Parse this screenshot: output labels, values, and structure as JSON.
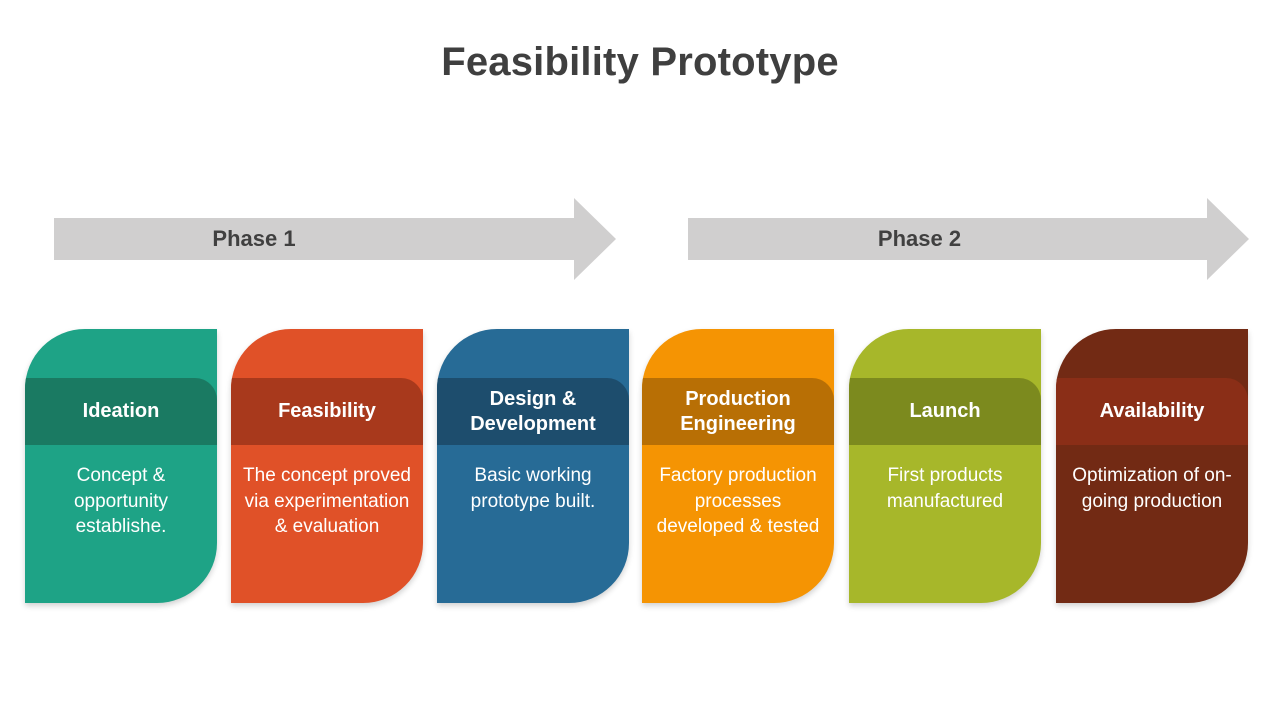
{
  "title": "Feasibility Prototype",
  "phases": [
    {
      "label": "Phase 1"
    },
    {
      "label": "Phase 2"
    }
  ],
  "steps": [
    {
      "heading": "Ideation",
      "description": "Concept & opportunity establishe.",
      "color": "#1ea386",
      "header_color": "#1a7a62"
    },
    {
      "heading": "Feasibility",
      "description": "The concept proved via experimentation & evaluation",
      "color": "#e05128",
      "header_color": "#a8391c"
    },
    {
      "heading": "Design & Development",
      "description": "Basic working prototype built.",
      "color": "#276b96",
      "header_color": "#1d4d6d"
    },
    {
      "heading": "Production Engineering",
      "description": "Factory production processes developed & tested",
      "color": "#f59403",
      "header_color": "#b86f05"
    },
    {
      "heading": "Launch",
      "description": "First products manufactured",
      "color": "#a7b72a",
      "header_color": "#7c8a1e"
    },
    {
      "heading": "Availability",
      "description": "Optimization of on-going production",
      "color": "#722a14",
      "header_color": "#8a2e17"
    }
  ],
  "arrow_color": "#d0cfcf"
}
